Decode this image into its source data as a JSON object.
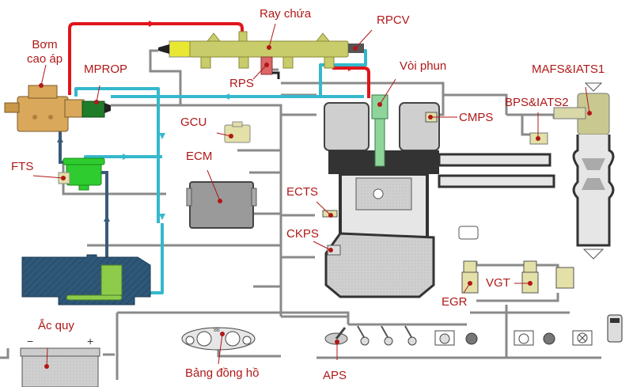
{
  "title": "Common-rail diesel injection system diagram",
  "colors": {
    "label": "#b01818",
    "high_pressure_line": "#e0151b",
    "return_line": "#35b8cc",
    "supply_line": "#3a5a78",
    "wire": "#8a8a8a",
    "rail": "#c8cc6a",
    "pump": "#d9a85a",
    "mprop": "#1f7d2a",
    "filter": "#2ecc2e",
    "tank": "#2f5878",
    "injector": "#8fd49a",
    "sensor": "#e3e0a8",
    "ecm": "#9a9a9a",
    "engine": "#cfcfcf"
  },
  "labels": {
    "rail": "Ray chứa",
    "rpcv": "RPCV",
    "pump": "Bơm\ncao áp",
    "mprop": "MPROP",
    "rps": "RPS",
    "injector": "Vòi phun",
    "mafs": "MAFS&IATS1",
    "bps": "BPS&IATS2",
    "cmps": "CMPS",
    "gcu": "GCU",
    "ecm": "ECM",
    "fts": "FTS",
    "ects": "ECTS",
    "ckps": "CKPS",
    "egr": "EGR",
    "vgt": "VGT",
    "battery": "Ắc quy",
    "cluster": "Bảng đồng hồ",
    "aps": "APS"
  },
  "battery": {
    "minus": "−",
    "plus": "+"
  },
  "cluster": {
    "display": "88"
  }
}
